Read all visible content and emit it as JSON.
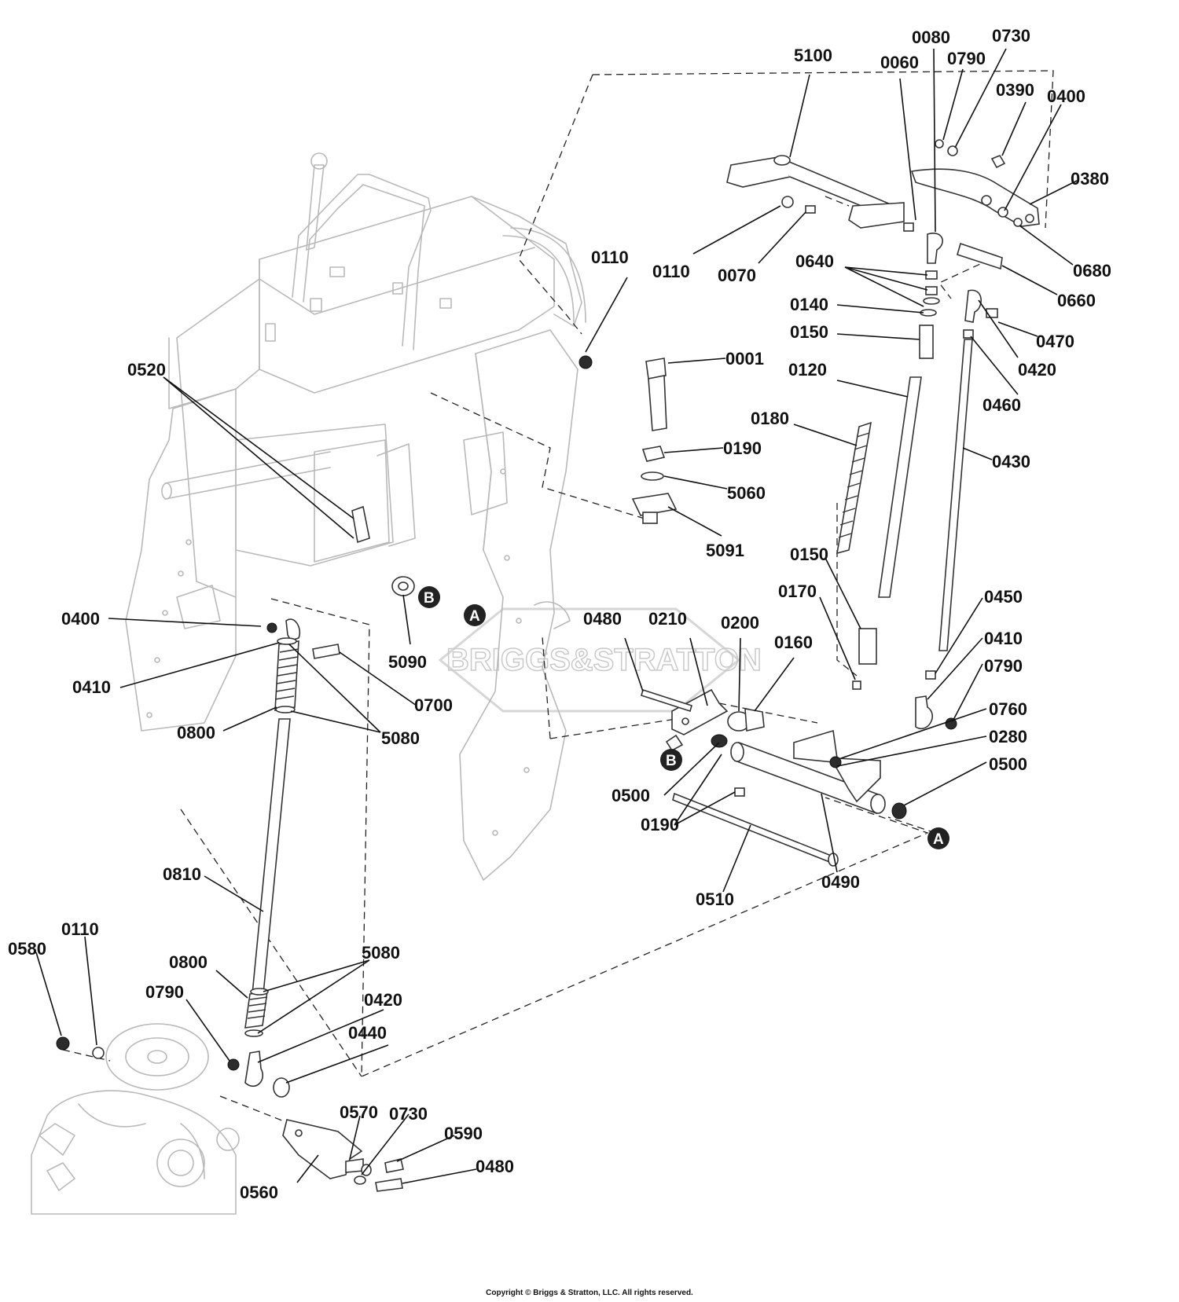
{
  "watermark": "BRIGGS&STRATTON",
  "copyright": "Copyright © Briggs & Stratton, LLC. All rights reserved.",
  "callouts": {
    "A": "A",
    "B": "B"
  },
  "labels": {
    "l5100": "5100",
    "l0060": "0060",
    "l0080": "0080",
    "l0790a": "0790",
    "l0730a": "0730",
    "l0390": "0390",
    "l0400a": "0400",
    "l0380": "0380",
    "l0110a": "0110",
    "l0070": "0070",
    "l0680": "0680",
    "l0640": "0640",
    "l0660": "0660",
    "l0140": "0140",
    "l0150a": "0150",
    "l0470": "0470",
    "l0420a": "0420",
    "l0110b": "0110",
    "l0001": "0001",
    "l0120": "0120",
    "l0460": "0460",
    "l0180": "0180",
    "l0190a": "0190",
    "l0430": "0430",
    "l5060": "5060",
    "l0520": "0520",
    "l5091": "5091",
    "l0150b": "0150",
    "l0170": "0170",
    "l0450": "0450",
    "l0400b": "0400",
    "l0480a": "0480",
    "l0210": "0210",
    "l0200": "0200",
    "l0160": "0160",
    "l0410a": "0410",
    "l0790b": "0790",
    "l5090": "5090",
    "l0410b": "0410",
    "l0700": "0700",
    "l0760": "0760",
    "l0800a": "0800",
    "l0280": "0280",
    "l5080a": "5080",
    "l0500a": "0500",
    "l0500b": "0500",
    "l0190b": "0190",
    "l0490": "0490",
    "l0510": "0510",
    "l0810": "0810",
    "l0110c": "0110",
    "l0580": "0580",
    "l0800b": "0800",
    "l5080b": "5080",
    "l0790c": "0790",
    "l0420b": "0420",
    "l0440": "0440",
    "l0570": "0570",
    "l0730b": "0730",
    "l0590": "0590",
    "l0480b": "0480",
    "l0560": "0560"
  }
}
